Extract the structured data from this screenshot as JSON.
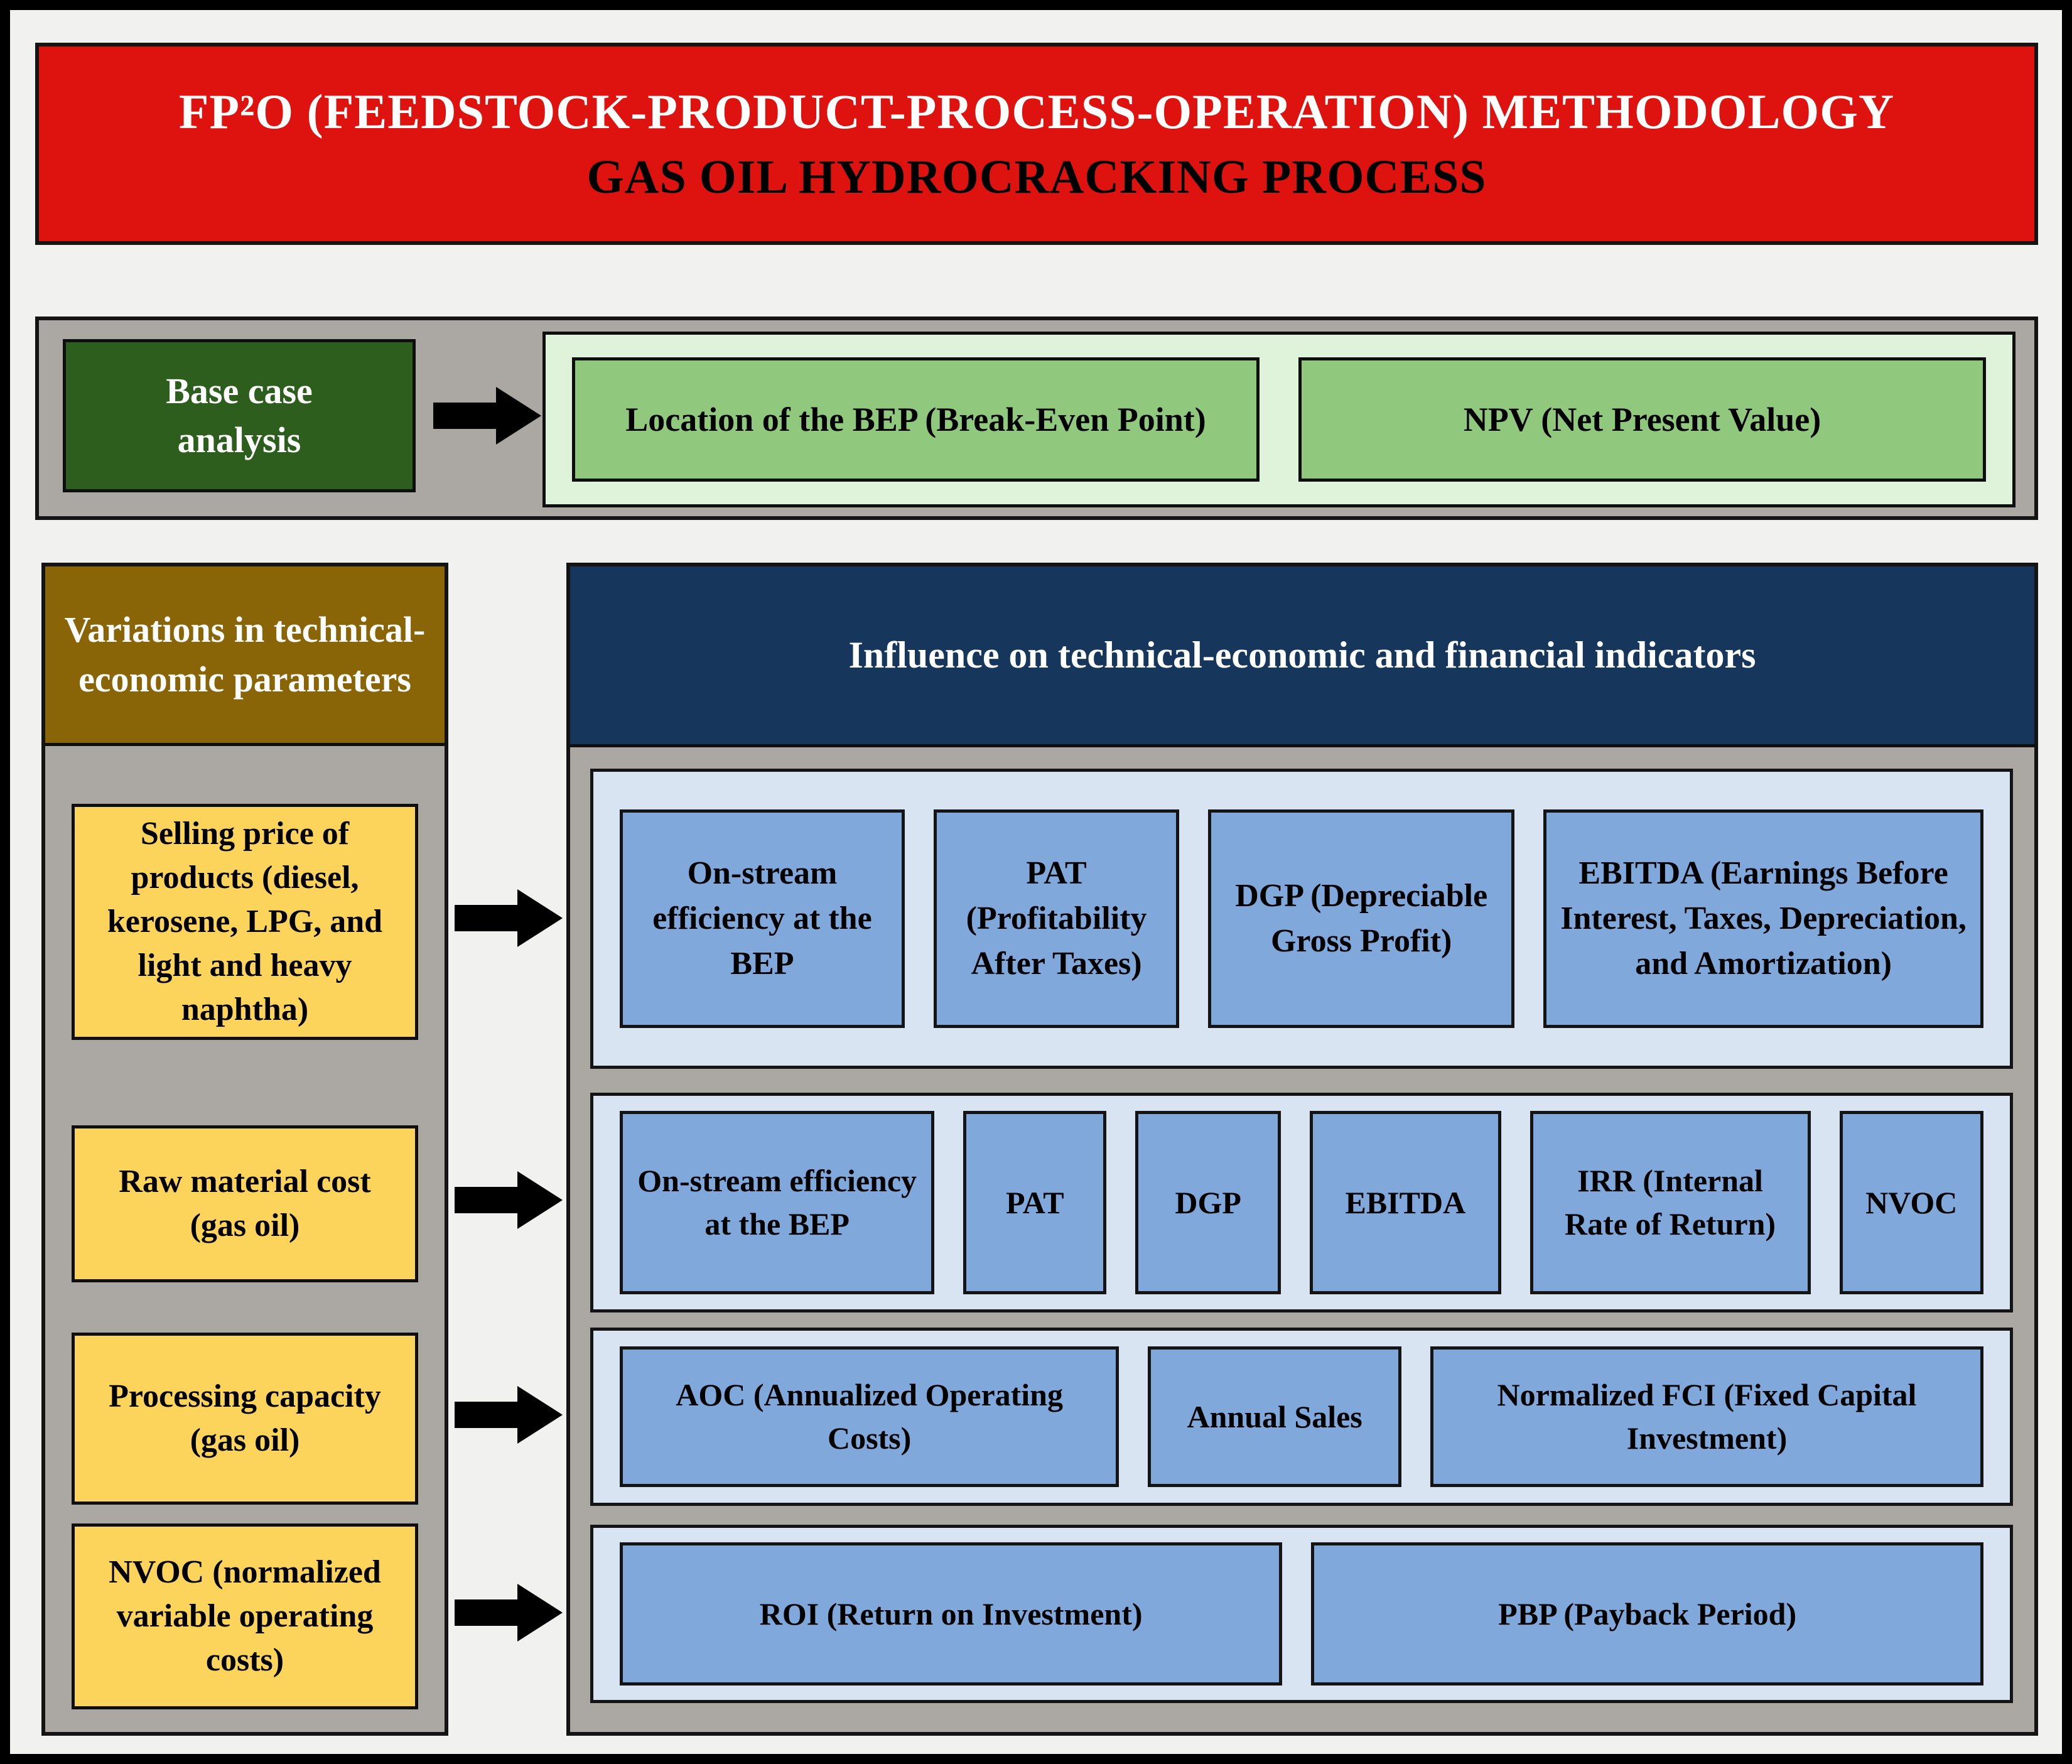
{
  "header": {
    "line1": "FP²O (FEEDSTOCK-PRODUCT-PROCESS-OPERATION) METHODOLOGY",
    "line2": "GAS OIL HYDROCRACKING PROCESS"
  },
  "base_case": {
    "label": "Base case analysis",
    "outputs": [
      {
        "label": "Location of the BEP (Break-Even Point)"
      },
      {
        "label": "NPV (Net Present Value)"
      }
    ]
  },
  "variations": {
    "header": "Variations in technical-economic parameters",
    "parameters": [
      {
        "label": "Selling price of products (diesel, kerosene, LPG, and light and heavy naphtha)"
      },
      {
        "label": "Raw material cost (gas oil)"
      },
      {
        "label": "Processing capacity (gas oil)"
      },
      {
        "label": "NVOC (normalized variable operating costs)"
      }
    ]
  },
  "influence": {
    "header": "Influence on technical-economic and financial indicators",
    "rows": [
      {
        "boxes": [
          {
            "label": "On-stream efficiency at the BEP"
          },
          {
            "label": "PAT (Profitability After Taxes)"
          },
          {
            "label": "DGP (Depreciable Gross Profit)"
          },
          {
            "label": "EBITDA (Earnings Before Interest, Taxes, Depreciation, and Amortization)"
          }
        ]
      },
      {
        "boxes": [
          {
            "label": "On-stream efficiency at the BEP"
          },
          {
            "label": "PAT"
          },
          {
            "label": "DGP"
          },
          {
            "label": "EBITDA"
          },
          {
            "label": "IRR (Internal Rate of Return)"
          },
          {
            "label": "NVOC"
          }
        ]
      },
      {
        "boxes": [
          {
            "label": "AOC (Annualized Operating Costs)"
          },
          {
            "label": "Annual Sales"
          },
          {
            "label": "Normalized FCI (Fixed Capital Investment)"
          }
        ]
      },
      {
        "boxes": [
          {
            "label": "ROI (Return on Investment)"
          },
          {
            "label": "PBP (Payback Period)"
          }
        ]
      }
    ]
  },
  "colors": {
    "banner_red": "#de1310",
    "base_case_green": "#2d5e1e",
    "outputs_container_green": "#dff2da",
    "output_box_green": "#90c97e",
    "band_gray": "#aba7a3",
    "params_header_olive": "#8a6508",
    "parameter_yellow": "#fcd45c",
    "influence_header_navy": "#16365c",
    "row_container_blue": "#d8e4f2",
    "indicator_blue": "#81a8db",
    "arrow_black": "#000000"
  }
}
